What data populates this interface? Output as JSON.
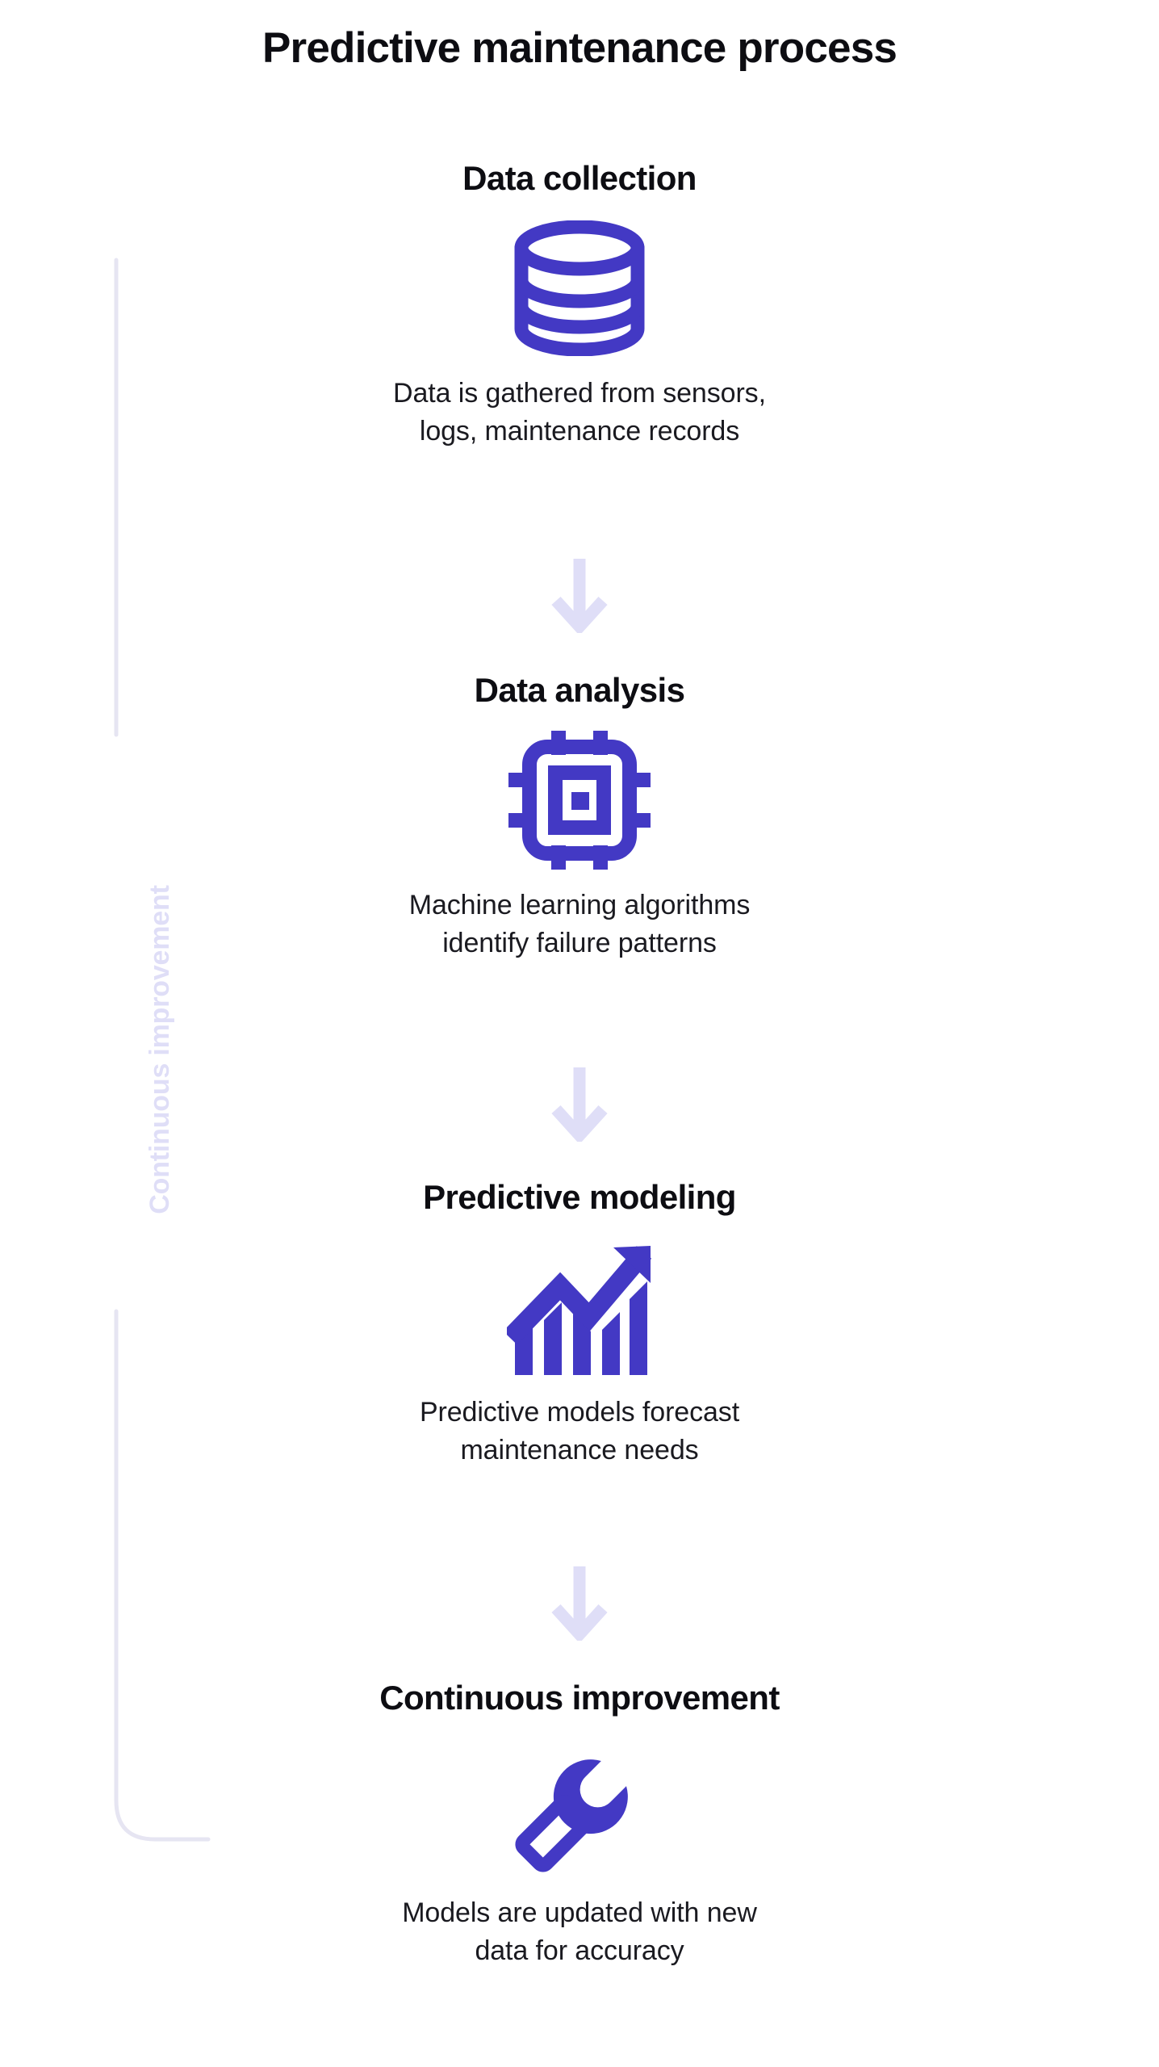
{
  "page": {
    "title": "Predictive maintenance process",
    "background_color": "#ffffff",
    "accent_color": "#4339c4",
    "muted_accent_color": "#dfdef7",
    "text_color": "#0d0d12"
  },
  "loop": {
    "label": "Continuous improvement",
    "line_color": "#e6e5f2"
  },
  "steps": [
    {
      "title": "Data collection",
      "icon": "database-icon",
      "description_line1": "Data is gathered from sensors,",
      "description_line2": "logs, maintenance records"
    },
    {
      "title": "Data analysis",
      "icon": "cpu-chip-icon",
      "description_line1": "Machine learning algorithms",
      "description_line2": "identify failure patterns"
    },
    {
      "title": "Predictive modeling",
      "icon": "growth-chart-icon",
      "description_line1": "Predictive models forecast",
      "description_line2": "maintenance needs"
    },
    {
      "title": "Continuous improvement",
      "icon": "wrench-icon",
      "description_line1": "Models are updated with new",
      "description_line2": "data for accuracy"
    }
  ],
  "arrows": [
    {
      "name": "arrow-down-1",
      "direction": "down"
    },
    {
      "name": "arrow-down-2",
      "direction": "down"
    },
    {
      "name": "arrow-down-3",
      "direction": "down"
    }
  ]
}
